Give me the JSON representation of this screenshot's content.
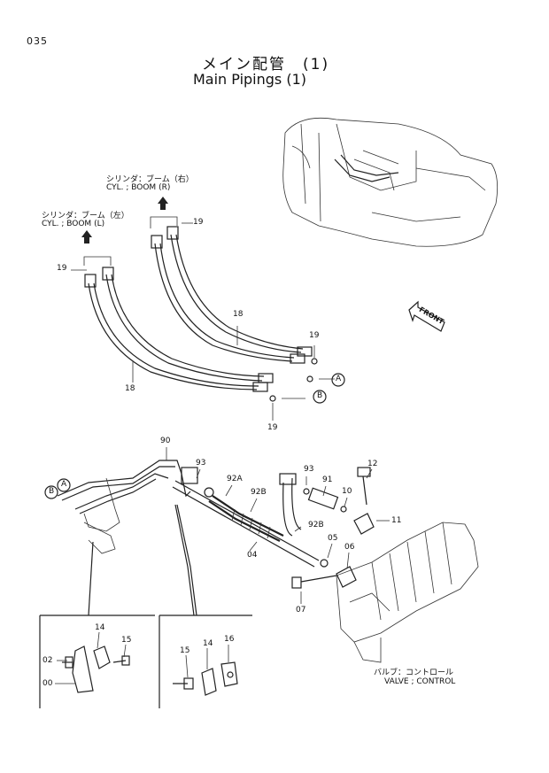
{
  "page_number": "035",
  "title_jp": "メイン配管　(1)",
  "title_en": "Main Pipings (1)",
  "labels": {
    "cyl_boom_r_jp": "シリンダ：ブーム（右）",
    "cyl_boom_r_en": "CYL. ; BOOM (R)",
    "cyl_boom_l_jp": "シリンダ：ブーム（左）",
    "cyl_boom_l_en": "CYL. ; BOOM (L)",
    "valve_jp": "バルブ：コントロール",
    "valve_en": "VALVE ; CONTROL",
    "front": "FRONT",
    "circle_a": "A",
    "circle_b": "B"
  },
  "part_numbers": {
    "p19_a": "19",
    "p19_b": "19",
    "p19_c": "19",
    "p19_d": "19",
    "p18_a": "18",
    "p18_b": "18",
    "p90": "90",
    "p93_a": "93",
    "p93_b": "93",
    "p92a": "92A",
    "p92b_a": "92B",
    "p92b_b": "92B",
    "p91": "91",
    "p10": "10",
    "p12": "12",
    "p11": "11",
    "p05": "05",
    "p06": "06",
    "p04": "04",
    "p07": "07",
    "p14_a": "14",
    "p15_a": "15",
    "p02": "02",
    "p00": "00",
    "p15_b": "15",
    "p14_b": "14",
    "p16": "16"
  }
}
